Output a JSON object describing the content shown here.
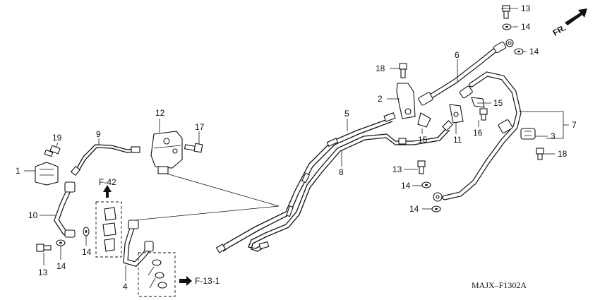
{
  "diagram": {
    "catalog_code": "MAJX–F1302A",
    "front_marker": "FR.",
    "refs": [
      {
        "id": "f42",
        "text": "F-42"
      },
      {
        "id": "f13",
        "text": "F-13-1"
      }
    ],
    "callouts": [
      {
        "id": "c13a",
        "text": "13"
      },
      {
        "id": "c14a",
        "text": "14"
      },
      {
        "id": "c14b",
        "text": "14"
      },
      {
        "id": "c6",
        "text": "6"
      },
      {
        "id": "c18a",
        "text": "18"
      },
      {
        "id": "c2",
        "text": "2"
      },
      {
        "id": "c15a",
        "text": "15"
      },
      {
        "id": "c5",
        "text": "5"
      },
      {
        "id": "c7",
        "text": "7"
      },
      {
        "id": "c16",
        "text": "16"
      },
      {
        "id": "c3",
        "text": "3"
      },
      {
        "id": "c11",
        "text": "11"
      },
      {
        "id": "c15b",
        "text": "15"
      },
      {
        "id": "c12",
        "text": "12"
      },
      {
        "id": "c17",
        "text": "17"
      },
      {
        "id": "c9",
        "text": "9"
      },
      {
        "id": "c19",
        "text": "19"
      },
      {
        "id": "c1",
        "text": "1"
      },
      {
        "id": "c8",
        "text": "8"
      },
      {
        "id": "c18b",
        "text": "18"
      },
      {
        "id": "c13b",
        "text": "13"
      },
      {
        "id": "c14c",
        "text": "14"
      },
      {
        "id": "c14d",
        "text": "14"
      },
      {
        "id": "c10",
        "text": "10"
      },
      {
        "id": "c14e",
        "text": "14"
      },
      {
        "id": "c13c",
        "text": "13"
      },
      {
        "id": "c14f",
        "text": "14"
      },
      {
        "id": "c4",
        "text": "4"
      }
    ]
  }
}
